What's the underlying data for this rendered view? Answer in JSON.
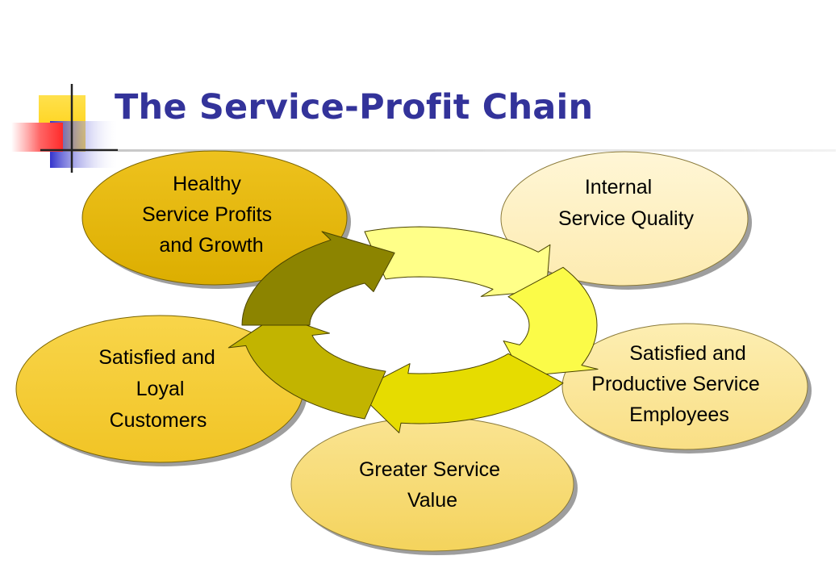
{
  "title": "The Service-Profit Chain",
  "colors": {
    "title": "#33339a",
    "logo_yellow": "#ffd11a",
    "logo_red": "#ff3333",
    "logo_blue": "#3333cc",
    "ring_dark": "#7f7a00",
    "ring_light": "#ffff80",
    "ellipse_healthy": "#e6b800",
    "ellipse_internal": "#fff2c4",
    "ellipse_employees": "#fce79a",
    "ellipse_value": "#f8dc70",
    "ellipse_customers": "#f5cc30"
  },
  "nodes": {
    "healthy": {
      "lines": [
        "Healthy",
        "Service Profits",
        "and Growth"
      ]
    },
    "internal": {
      "lines": [
        "Internal",
        "Service Quality"
      ]
    },
    "employees": {
      "lines": [
        "Satisfied and",
        "Productive Service",
        "Employees"
      ]
    },
    "value": {
      "lines": [
        "Greater Service",
        "Value"
      ]
    },
    "customers": {
      "lines": [
        "Satisfied and",
        "Loyal",
        "Customers"
      ]
    }
  }
}
